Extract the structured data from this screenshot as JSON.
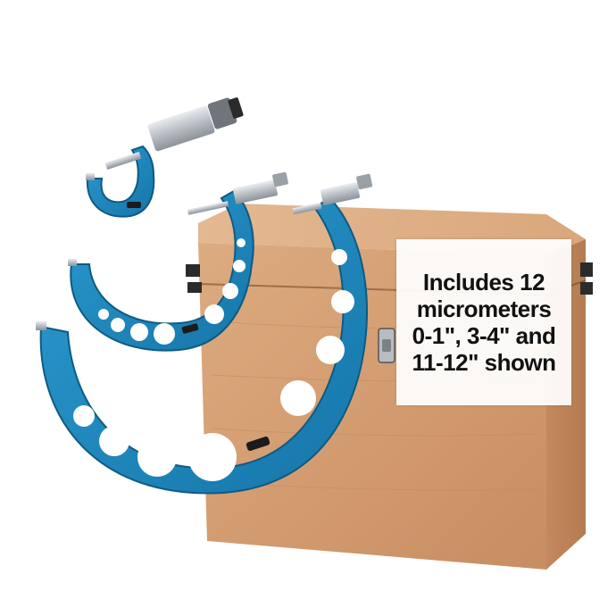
{
  "callout": {
    "lines": [
      "Includes 12",
      "micrometers",
      "0-1\", 3-4\" and",
      "11-12\" shown"
    ]
  },
  "colors": {
    "frame_blue": "#1f8fc4",
    "frame_blue_dark": "#15709e",
    "wood": "#d9a57a",
    "wood_dark": "#b98358",
    "wood_top": "#e3b48c",
    "metal": "#c9cdd2",
    "hardware": "#2b2b2b"
  }
}
